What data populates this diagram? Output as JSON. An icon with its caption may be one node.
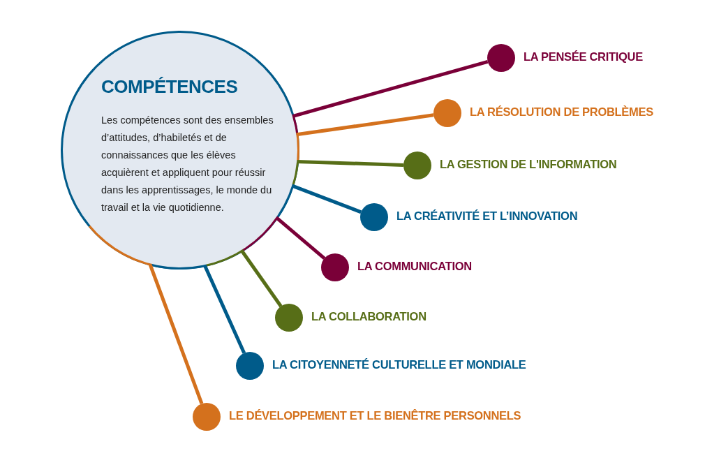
{
  "diagram": {
    "nodes": [
      {
        "text": [
          "COMPÉTENCES",
          "Les compétences sont des ensembles d’attitudes, d’habiletés et de connaissances que les élèves acquièrent et appliquent pour réussir dans les apprentissages, le monde du travail et la vie quotidienne."
        ]
      },
      {
        "text": [],
        "shape": "circle",
        "beside": [
          "LA PENSÉE CRITIQUE"
        ]
      },
      {
        "text": [],
        "shape": "circle",
        "beside": [
          "LA RÉSOLUTION DE PROBLÈMES"
        ]
      },
      {
        "text": [],
        "shape": "circle",
        "beside": [
          "LA GESTION DE L'INFORMATION"
        ]
      },
      {
        "text": [],
        "shape": "circle",
        "beside": [
          "LA CRÉATIVITÉ ET L’INNOVATION"
        ]
      },
      {
        "text": [],
        "shape": "circle",
        "beside": [
          "LA COMMUNICATION"
        ]
      },
      {
        "text": [],
        "shape": "circle",
        "beside": [
          "LA COLLABORATION"
        ]
      },
      {
        "text": [],
        "shape": "circle",
        "beside": [
          "LA CITOYENNETÉ CULTURELLE ET MONDIALE"
        ]
      },
      {
        "text": [],
        "shape": "circle",
        "beside": [
          "LE DÉVELOPPEMENT ET LE BIENÊTRE PERSONNELS"
        ]
      }
    ],
    "edges": [
      {
        "from": 0,
        "to": 1,
        "arrow": "none",
        "color": "#7a0038"
      },
      {
        "from": 0,
        "to": 2,
        "arrow": "none",
        "color": "#d4711d"
      },
      {
        "from": 0,
        "to": 3,
        "arrow": "none",
        "color": "#576e17"
      },
      {
        "from": 0,
        "to": 4,
        "arrow": "none",
        "color": "#005b8a"
      },
      {
        "from": 0,
        "to": 5,
        "arrow": "none",
        "color": "#7a0038"
      },
      {
        "from": 0,
        "to": 6,
        "arrow": "none",
        "color": "#576e17"
      },
      {
        "from": 0,
        "to": 7,
        "arrow": "none",
        "color": "#005b8a"
      },
      {
        "from": 0,
        "to": 8,
        "arrow": "none",
        "color": "#d4711d"
      }
    ]
  }
}
